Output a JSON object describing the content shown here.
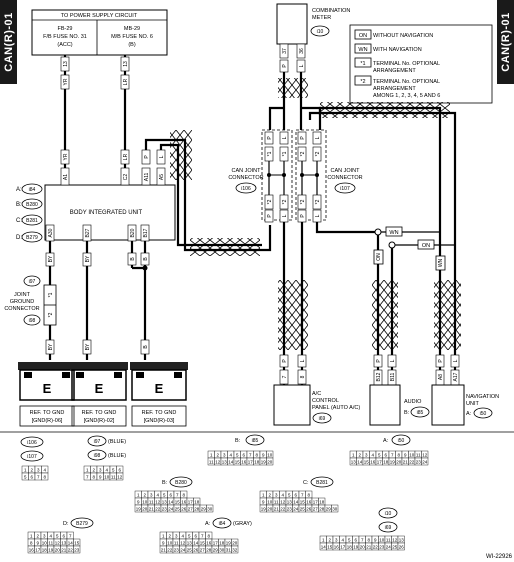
{
  "side_tab_left": "CAN(R)-01",
  "side_tab_right": "CAN(R)-01",
  "power_supply": {
    "title": "TO POWER SUPPLY CIRCUIT",
    "fuse_left": [
      "FB-29",
      "F/B FUSE NO. 31",
      "(ACC)"
    ],
    "fuse_right": [
      "MB-29",
      "M/B FUSE NO. 6",
      "(B)"
    ]
  },
  "combination_meter": {
    "label": [
      "COMBINATION",
      "METER"
    ],
    "connector": "i10"
  },
  "legend": [
    {
      "symbol": "ON",
      "text": [
        "WITHOUT NAVIGATION"
      ]
    },
    {
      "symbol": "WN",
      "text": [
        "WITH NAVIGATION"
      ]
    },
    {
      "symbol": "*1",
      "text": [
        "TERMINAL No. OPTIONAL",
        "ARRANGEMENT"
      ]
    },
    {
      "symbol": "*2",
      "text": [
        "TERMINAL No. OPTIONAL",
        "ARRANGEMENT",
        "AMONG 1, 2, 3, 4, 5 AND 6"
      ]
    }
  ],
  "body_unit": {
    "label": "BODY INTEGRATED UNIT",
    "connectors": [
      {
        "letter": "A:",
        "code": "i84"
      },
      {
        "letter": "B:",
        "code": "B280"
      },
      {
        "letter": "C:",
        "code": "B281"
      },
      {
        "letter": "D:",
        "code": "B279"
      }
    ]
  },
  "can_joint_left": {
    "label": [
      "CAN JOINT",
      "CONNECTOR"
    ],
    "code": "i106"
  },
  "can_joint_right": {
    "label": [
      "CAN JOINT",
      "CONNECTOR"
    ],
    "code": "i107"
  },
  "joint_ground": {
    "label": [
      "JOINT",
      "GROUND",
      "CONNECTOR"
    ],
    "top": "i97",
    "bottom": "i98"
  },
  "grounds": [
    {
      "letter": "E",
      "ref": [
        "REF. TO GND",
        "[GND(R)-06]"
      ]
    },
    {
      "letter": "E",
      "ref": [
        "REF. TO GND",
        "[GND(R)-02]"
      ]
    },
    {
      "letter": "E",
      "ref": [
        "REF. TO GND",
        "[GND(R)-03]"
      ]
    }
  ],
  "ac_panel": {
    "label": [
      "A/C",
      "CONTROL",
      "PANEL (AUTO A/C)"
    ],
    "code": "i69"
  },
  "audio": {
    "label": "AUDIO",
    "letter": "B:",
    "code": "i85"
  },
  "navigation": {
    "label": [
      "NAVIGATION",
      "UNIT"
    ],
    "letter": "A:",
    "code": "i50"
  },
  "wire_tags": [
    "WN",
    "ON",
    "ON",
    "WN"
  ],
  "wire_labels": {
    "fuse_left": "YR",
    "fuse_right": "LR",
    "bu_top": [
      "YR",
      "LR",
      "P",
      "L"
    ],
    "bu_bottom": [
      "BY",
      "BY",
      "B",
      "B"
    ],
    "gnd": [
      "BY",
      "BY",
      "B"
    ],
    "meter": [
      "P",
      "L"
    ],
    "jc_left": [
      "P",
      "L",
      "P",
      "L"
    ],
    "jc_right": [
      "P",
      "L",
      "P",
      "L"
    ],
    "jc_bottom": [
      "P",
      "L",
      "P",
      "L"
    ],
    "ac": [
      "P",
      "L"
    ],
    "audio": [
      "ON",
      "P",
      "L"
    ],
    "nav": [
      "WN",
      "P",
      "L"
    ]
  },
  "pins": {
    "fuse_left": "13",
    "fuse_right": "13",
    "bu_top": [
      "A1",
      "C2",
      "A11",
      "A5"
    ],
    "bu_bottom": [
      "A30",
      "B27",
      "B20",
      "B17"
    ],
    "jg": [
      "*1",
      "*2"
    ],
    "meter": [
      "37",
      "36"
    ],
    "jc_left_top": [
      "*1",
      "*1"
    ],
    "jc_left_bot": [
      "*2",
      "*2"
    ],
    "jc_right_top": [
      "*2",
      "*2"
    ],
    "jc_right_bot": [
      "*2",
      "*2"
    ],
    "ac": [
      "7",
      "8"
    ],
    "audio": [
      "B12",
      "B11"
    ],
    "nav": [
      "A8",
      "A17"
    ]
  },
  "connector_views": {
    "i106_i107": [
      "i106",
      "i107"
    ],
    "i97": "i97",
    "i97_color": "(BLUE)",
    "i98": "i98",
    "i98_color": "(BLUE)",
    "i85": "i85",
    "i50": "i50",
    "B280": "B280",
    "B281": "B281",
    "B279": "B279",
    "i84": "i84",
    "i84_color": "(GRAY)",
    "i10": "i10",
    "i69": "i69"
  },
  "figure_id": "WI-22926"
}
